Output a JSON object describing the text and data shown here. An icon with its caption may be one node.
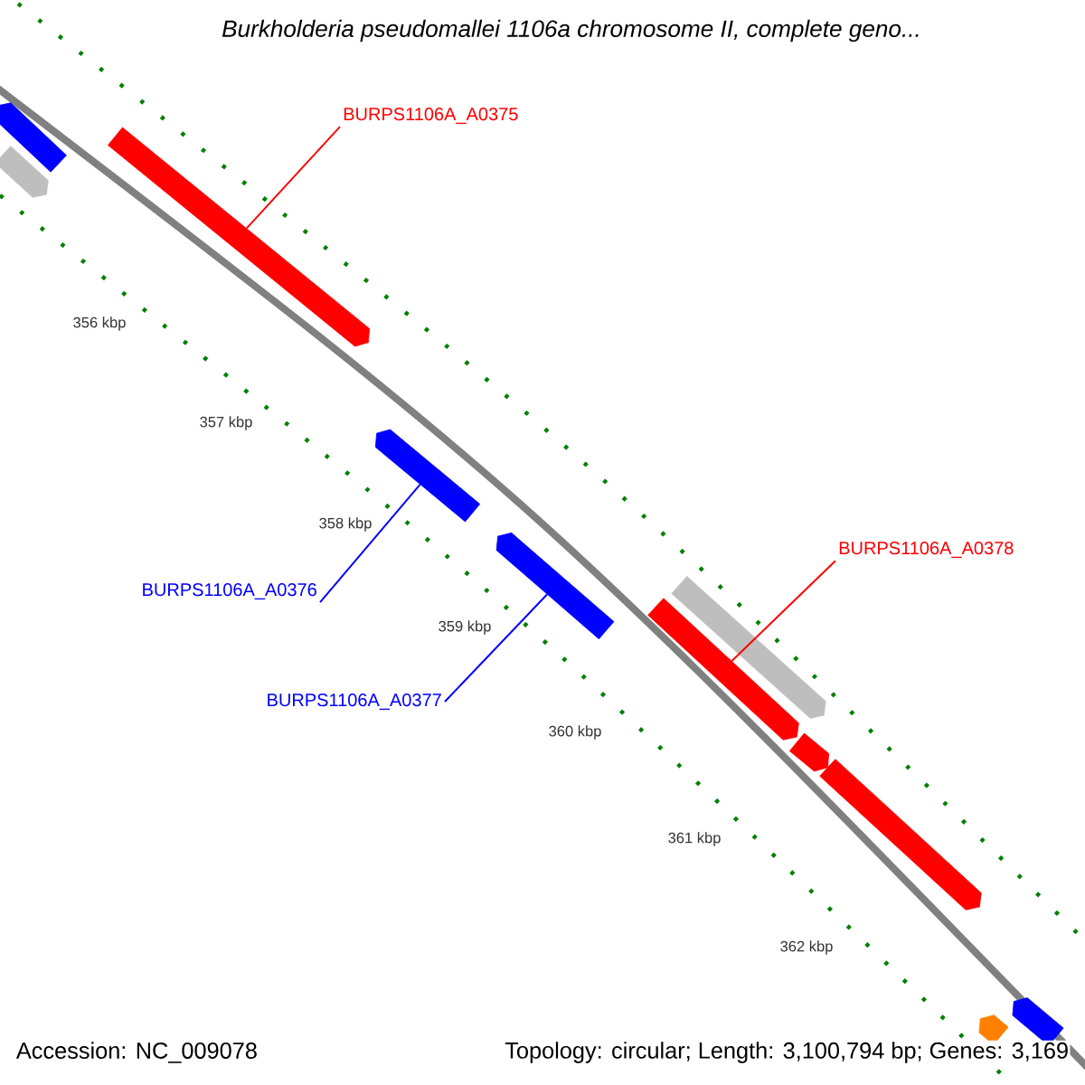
{
  "diagram": {
    "title": "Burkholderia pseudomallei 1106a chromosome II, complete geno...",
    "nodes": [
      {
        "text": [],
        "shape": "bar"
      },
      {
        "text": [],
        "shape": "bar"
      },
      {
        "text": [
          "BURPS1106A_A0375"
        ]
      },
      {
        "text": [],
        "shape": "bar"
      },
      {
        "text": [
          "BURPS1106A_A0376"
        ]
      },
      {
        "text": [],
        "shape": "bar"
      },
      {
        "text": [
          "BURPS1106A_A0377"
        ]
      },
      {
        "text": [],
        "shape": "bar"
      },
      {
        "text": [
          "BURPS1106A_A0378"
        ]
      },
      {
        "text": [],
        "shape": "bar"
      },
      {
        "text": [],
        "shape": "bar"
      },
      {
        "text": [],
        "shape": "bar"
      },
      {
        "text": [],
        "shape": "bar"
      },
      {
        "text": [],
        "shape": "bar"
      },
      {
        "text": [],
        "shape": "bar"
      }
    ],
    "edges": [
      {
        "from": 2,
        "to": 3,
        "arrow": "none",
        "color": "#ff0000"
      },
      {
        "from": 4,
        "to": 5,
        "arrow": "none",
        "color": "#0000ff"
      },
      {
        "from": 6,
        "to": 7,
        "arrow": "none",
        "color": "#0000ff"
      },
      {
        "from": 8,
        "to": 10,
        "arrow": "none",
        "color": "#ff0000"
      }
    ],
    "labels": [
      "356 kbp",
      "357 kbp",
      "358 kbp",
      "359 kbp",
      "360 kbp",
      "361 kbp",
      "362 kbp",
      "Accession: NC_009078",
      "Topology: circular; Length: 3,100,794 bp; Genes: 3,169"
    ]
  }
}
